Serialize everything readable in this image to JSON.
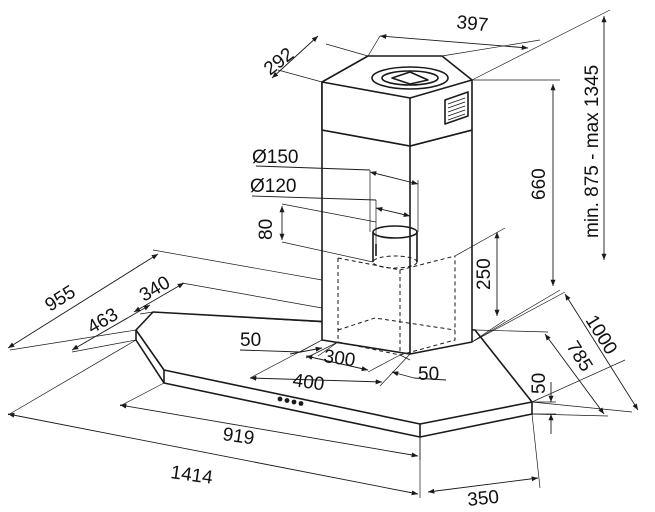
{
  "dimensions": {
    "d397": "397",
    "d292": "292",
    "d_range": "min. 875 - max 1345",
    "d150": "Ø150",
    "d120": "Ø120",
    "d80": "80",
    "d660": "660",
    "d250": "250",
    "d955": "955",
    "d340": "340",
    "d463": "463",
    "d1000": "1000",
    "d785": "785",
    "d50_left": "50",
    "d300": "300",
    "d400": "400",
    "d50_mid": "50",
    "d50_right": "50",
    "d919": "919",
    "d1414": "1414",
    "d350": "350"
  }
}
